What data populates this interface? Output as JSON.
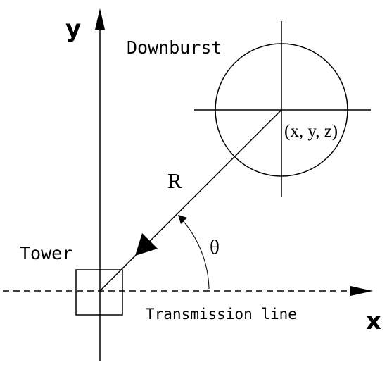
{
  "labels": {
    "y_axis": "y",
    "x_axis": "x",
    "downburst": "Downburst",
    "center": "(x, y, z)",
    "radius": "R",
    "angle": "θ",
    "tower": "Tower",
    "transmission_line": "Transmission line"
  }
}
